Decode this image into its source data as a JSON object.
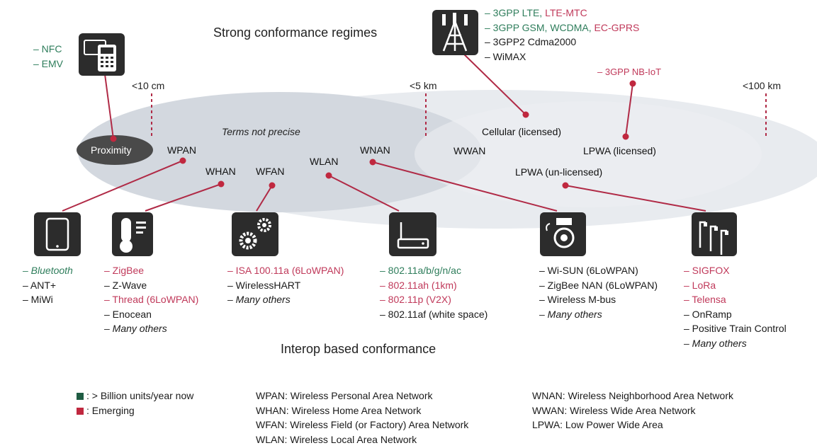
{
  "headings": {
    "top": "Strong conformance regimes",
    "bottom": "Interop based conformance",
    "terms_note": "Terms not precise"
  },
  "distances": {
    "d1": "<10 cm",
    "d2": "<5 km",
    "d3": "<100 km"
  },
  "zones": {
    "proximity": "Proximity",
    "wpan": "WPAN",
    "whan": "WHAN",
    "wfan": "WFAN",
    "wlan": "WLAN",
    "wnan": "WNAN",
    "wwan": "WWAN",
    "cellular": "Cellular (licensed)",
    "lpwa_lic": "LPWA (licensed)",
    "lpwa_unlic": "LPWA (un-licensed)"
  },
  "nfc_list": [
    {
      "text": "– NFC",
      "status": "green",
      "italic": false
    },
    {
      "text": "– EMV",
      "status": "green",
      "italic": false
    }
  ],
  "cellular_list": [
    {
      "parts": [
        {
          "text": "– 3GPP LTE, ",
          "status": "green"
        },
        {
          "text": "LTE-MTC",
          "status": "red"
        }
      ]
    },
    {
      "parts": [
        {
          "text": "– 3GPP GSM, WCDMA, ",
          "status": "green"
        },
        {
          "text": "EC-GPRS",
          "status": "red"
        }
      ]
    },
    {
      "parts": [
        {
          "text": "– 3GPP2 Cdma2000",
          "status": "black"
        }
      ]
    },
    {
      "parts": [
        {
          "text": "– WiMAX",
          "status": "black"
        }
      ]
    }
  ],
  "nbiot": "– 3GPP NB-IoT",
  "tech_lists": {
    "wpan": [
      {
        "text": "– Bluetooth",
        "status": "green",
        "italic": true
      },
      {
        "text": "– ANT+",
        "status": "black",
        "italic": false
      },
      {
        "text": "– MiWi",
        "status": "black",
        "italic": false
      }
    ],
    "whan": [
      {
        "text": "– ZigBee",
        "status": "red",
        "italic": false
      },
      {
        "text": "– Z-Wave",
        "status": "black",
        "italic": false
      },
      {
        "text": "– Thread (6LoWPAN)",
        "status": "red",
        "italic": false
      },
      {
        "text": "– Enocean",
        "status": "black",
        "italic": false
      },
      {
        "text": "– Many others",
        "status": "black",
        "italic": true
      }
    ],
    "wfan": [
      {
        "text": "– ISA 100.11a (6LoWPAN)",
        "status": "red",
        "italic": false
      },
      {
        "text": "– WirelessHART",
        "status": "black",
        "italic": false
      },
      {
        "text": "– Many others",
        "status": "black",
        "italic": true
      }
    ],
    "wlan": [
      {
        "text": "– 802.11a/b/g/n/ac",
        "status": "green",
        "italic": false
      },
      {
        "text": "– 802.11ah (1km)",
        "status": "red",
        "italic": false
      },
      {
        "text": "– 802.11p (V2X)",
        "status": "red",
        "italic": false
      },
      {
        "text": "– 802.11af (white space)",
        "status": "black",
        "italic": false
      }
    ],
    "wnan": [
      {
        "text": "– Wi-SUN (6LoWPAN)",
        "status": "black",
        "italic": false
      },
      {
        "text": "– ZigBee NAN (6LoWPAN)",
        "status": "black",
        "italic": false
      },
      {
        "text": "– Wireless M-bus",
        "status": "black",
        "italic": false
      },
      {
        "text": "– Many others",
        "status": "black",
        "italic": true
      }
    ],
    "lpwa": [
      {
        "text": "– SIGFOX",
        "status": "red",
        "italic": false
      },
      {
        "text": "– LoRa",
        "status": "red",
        "italic": false
      },
      {
        "text": "– Telensa",
        "status": "red",
        "italic": false
      },
      {
        "text": "– OnRamp",
        "status": "black",
        "italic": false
      },
      {
        "text": "– Positive Train Control",
        "status": "black",
        "italic": false
      },
      {
        "text": "– Many others",
        "status": "black",
        "italic": true
      }
    ]
  },
  "legend": {
    "billion": ": > Billion units/year now",
    "emerging": ": Emerging",
    "col1": [
      "WPAN:  Wireless Personal Area Network",
      "WHAN:  Wireless Home Area Network",
      "WFAN:  Wireless Field (or Factory) Area Network",
      "WLAN:  Wireless Local Area Network"
    ],
    "col2": [
      "WNAN:  Wireless Neighborhood Area Network",
      "WWAN:  Wireless Wide Area Network",
      "LPWA:   Low Power Wide Area"
    ]
  },
  "colors": {
    "green": "#2e7d5b",
    "red": "#c0395a",
    "line": "#b02a46",
    "dot": "#c0283f",
    "dashed": "#b02a46",
    "ellipse_dark": "#cfd4dc",
    "ellipse_light": "#e6e9ee",
    "proximity_bg": "#4a4a4a",
    "icon_bg": "#2c2c2c"
  },
  "icons": [
    "payment-terminal-icon",
    "cell-tower-icon",
    "tablet-icon",
    "thermostat-icon",
    "gears-icon",
    "router-icon",
    "meter-icon",
    "street-lights-icon"
  ]
}
